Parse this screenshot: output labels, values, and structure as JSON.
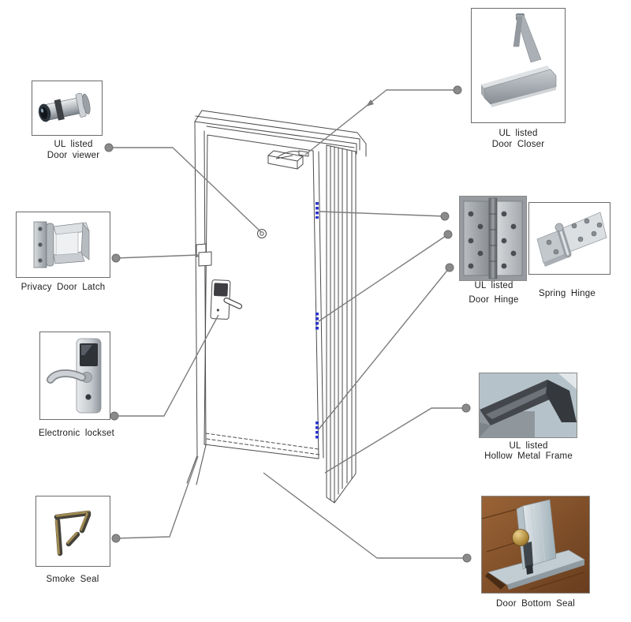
{
  "diagram": {
    "type": "door-hardware-callout-diagram",
    "components": {
      "door_viewer": {
        "label_line1": "UL listed",
        "label_line2": "Door viewer"
      },
      "privacy_latch": {
        "label": "Privacy Door Latch"
      },
      "electronic_lockset": {
        "label": "Electronic lockset"
      },
      "smoke_seal": {
        "label": "Smoke Seal"
      },
      "door_closer": {
        "label_line1": "UL listed",
        "label_line2": "Door Closer"
      },
      "door_hinge": {
        "label_line1": "UL listed",
        "label_line2": "Door Hinge"
      },
      "spring_hinge": {
        "label": "Spring Hinge"
      },
      "hollow_metal_frame": {
        "label_line1": "UL listed",
        "label_line2": "Hollow Metal Frame"
      },
      "door_bottom_seal": {
        "label": "Door Bottom Seal"
      }
    },
    "colors": {
      "background": "#ffffff",
      "callout_line": "#7d7d7d",
      "callout_dot": "#8a8a8a",
      "drawing_line": "#4b4b4b",
      "hinge_mark": "#2a35c8",
      "label_text": "#1e1e1e"
    }
  }
}
